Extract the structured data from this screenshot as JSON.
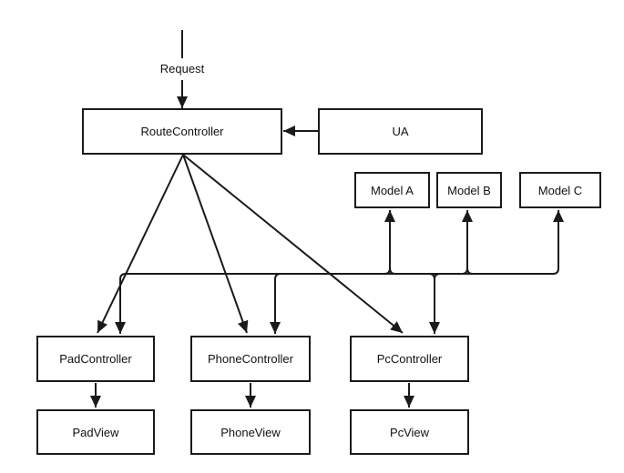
{
  "diagram": {
    "type": "architecture-flow-diagram",
    "request_flow_label": "Request",
    "nodes": {
      "route_controller": "RouteController",
      "ua": "UA",
      "model_a": "Model A",
      "model_b": "Model B",
      "model_c": "Model C",
      "pad_controller": "PadController",
      "phone_controller": "PhoneController",
      "pc_controller": "PcController",
      "pad_view": "PadView",
      "phone_view": "PhoneView",
      "pc_view": "PcView"
    },
    "edges": [
      {
        "from": "Request",
        "to": "RouteController",
        "style": "arrow"
      },
      {
        "from": "UA",
        "to": "RouteController",
        "style": "arrow"
      },
      {
        "from": "RouteController",
        "to": "PadController",
        "style": "arrow"
      },
      {
        "from": "RouteController",
        "to": "PhoneController",
        "style": "arrow"
      },
      {
        "from": "RouteController",
        "to": "PcController",
        "style": "arrow"
      },
      {
        "from": "controller-bus",
        "to": "PadController",
        "style": "arrow"
      },
      {
        "from": "controller-bus",
        "to": "PhoneController",
        "style": "arrow"
      },
      {
        "from": "controller-bus",
        "to": "PcController",
        "style": "arrow"
      },
      {
        "from": "controller-bus",
        "to": "Model A",
        "style": "arrow"
      },
      {
        "from": "controller-bus",
        "to": "Model B",
        "style": "arrow"
      },
      {
        "from": "controller-bus",
        "to": "Model C",
        "style": "arrow"
      },
      {
        "from": "PadController",
        "to": "PadView",
        "style": "arrow"
      },
      {
        "from": "PhoneController",
        "to": "PhoneView",
        "style": "arrow"
      },
      {
        "from": "PcController",
        "to": "PcView",
        "style": "arrow"
      }
    ],
    "colors": {
      "line": "#1a1a1a",
      "box_border": "#1a1a1a",
      "box_fill": "#ffffff",
      "text": "#111111",
      "background": "#ffffff"
    }
  }
}
